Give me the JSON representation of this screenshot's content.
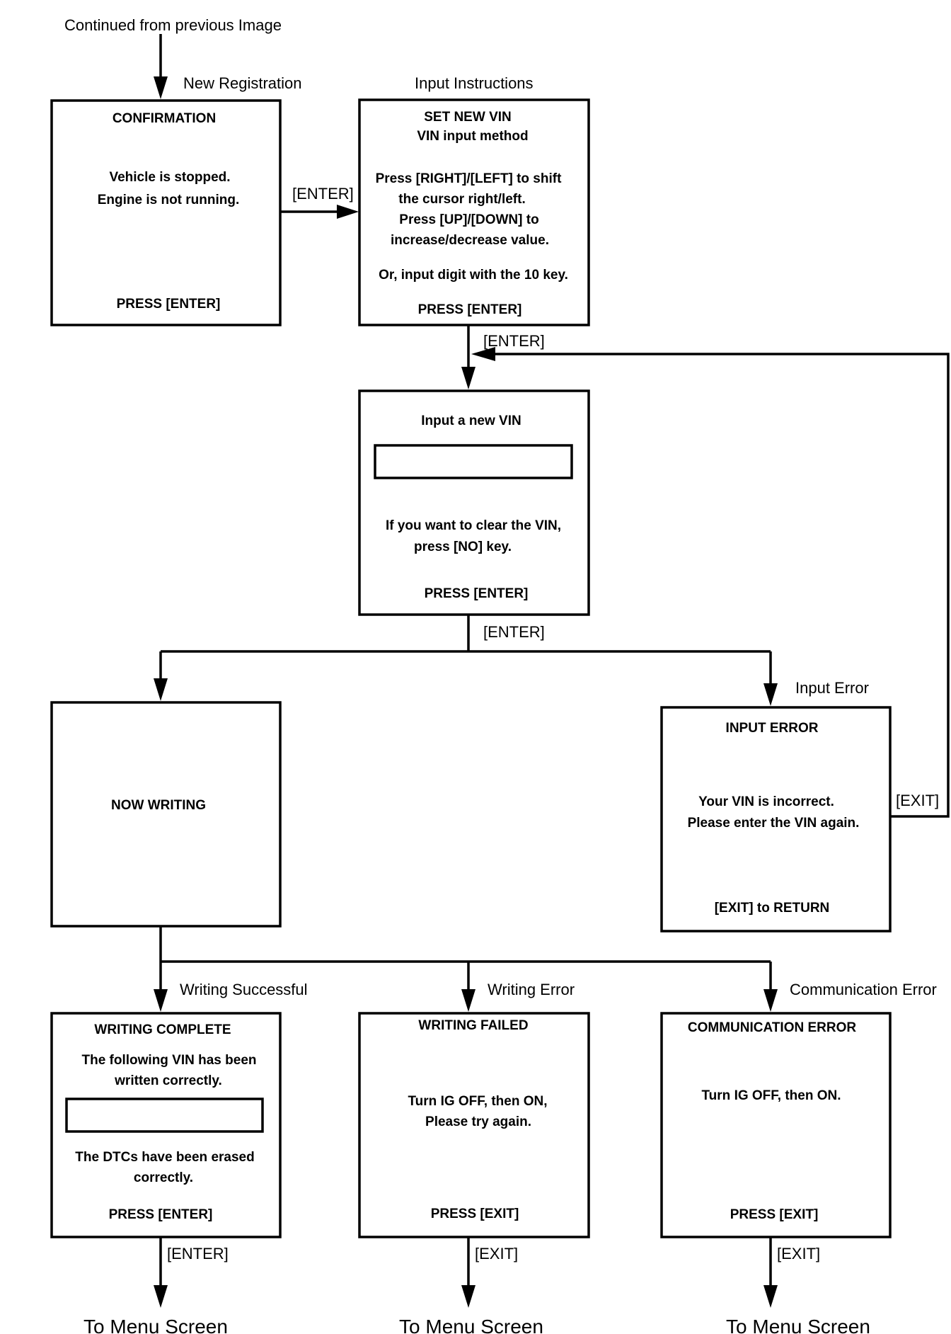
{
  "top_note": "Continued from previous Image",
  "edge_labels": {
    "new_registration": "New Registration",
    "input_instructions": "Input Instructions",
    "enter_1": "[ENTER]",
    "enter_2": "[ENTER]",
    "enter_3": "[ENTER]",
    "input_error": "Input Error",
    "exit_return": "[EXIT]",
    "writing_successful": "Writing Successful",
    "writing_error": "Writing Error",
    "communication_error": "Communication Error",
    "enter_final": "[ENTER]",
    "exit_final_1": "[EXIT]",
    "exit_final_2": "[EXIT]"
  },
  "screens": {
    "confirmation": {
      "title": "CONFIRMATION",
      "line1": "Vehicle is stopped.",
      "line2": "Engine is not running.",
      "footer": "PRESS [ENTER]"
    },
    "set_new_vin": {
      "title": "SET NEW VIN",
      "subtitle": "VIN input method",
      "line1": "Press [RIGHT]/[LEFT] to shift",
      "line2": "the cursor right/left.",
      "line3": "Press [UP]/[DOWN] to",
      "line4": "increase/decrease value.",
      "line5": "Or, input digit with the 10 key.",
      "footer": "PRESS [ENTER]"
    },
    "input_vin": {
      "title": "Input a new VIN",
      "line1": "If you want to clear the VIN,",
      "line2": "press [NO] key.",
      "footer": "PRESS [ENTER]"
    },
    "now_writing": {
      "title": "NOW WRITING"
    },
    "input_error": {
      "title": "INPUT ERROR",
      "line1": "Your VIN is incorrect.",
      "line2": "Please enter the VIN again.",
      "footer": "[EXIT] to RETURN"
    },
    "writing_complete": {
      "title": "WRITING COMPLETE",
      "line1": "The following VIN has been",
      "line2": "written correctly.",
      "line3": "The DTCs have been erased",
      "line4": "correctly.",
      "footer": "PRESS [ENTER]"
    },
    "writing_failed": {
      "title": "WRITING FAILED",
      "line1": "Turn IG OFF, then ON,",
      "line2": "Please try again.",
      "footer": "PRESS [EXIT]"
    },
    "communication_error": {
      "title": "COMMUNICATION ERROR",
      "line1": "Turn IG OFF, then ON.",
      "footer": "PRESS [EXIT]"
    }
  },
  "destinations": {
    "menu_1": "To Menu Screen",
    "menu_2": "To Menu Screen",
    "menu_3": "To Menu Screen"
  }
}
